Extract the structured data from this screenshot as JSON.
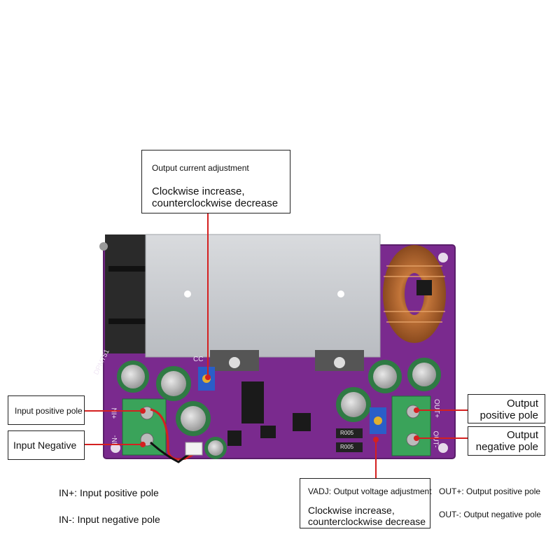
{
  "callouts": {
    "current_adj": {
      "title": "Output current adjustment",
      "line1": "Clockwise increase,",
      "line2": "counterclockwise decrease"
    },
    "input_positive": "Input positive pole",
    "input_negative": "Input Negative",
    "output_positive": {
      "line1": "Output",
      "line2": "positive pole"
    },
    "output_negative": {
      "line1": "Output",
      "line2": "negative pole"
    },
    "voltage_adj": {
      "title": "VADJ: Output voltage adjustment",
      "line1": "Clockwise increase,",
      "line2": "counterclockwise decrease"
    }
  },
  "legend": {
    "in_plus": "IN+: Input positive pole",
    "in_minus": "IN-: Input negative pole",
    "out_plus": "OUT+: Output positive pole",
    "out_minus": "OUT-: Output negative pole"
  },
  "board_marks": {
    "in_plus": "+IN",
    "in_minus": "IN-",
    "out_plus": "OUT+",
    "out_minus": "OUT-",
    "cc": "CC",
    "chip": "DPM751",
    "r005_a": "R005",
    "r005_b": "R005"
  },
  "colors": {
    "pcb": "#7a2a8e",
    "heatsink": "#c9cbcf",
    "terminal": "#3aa35a",
    "callout_line": "#d42020"
  }
}
